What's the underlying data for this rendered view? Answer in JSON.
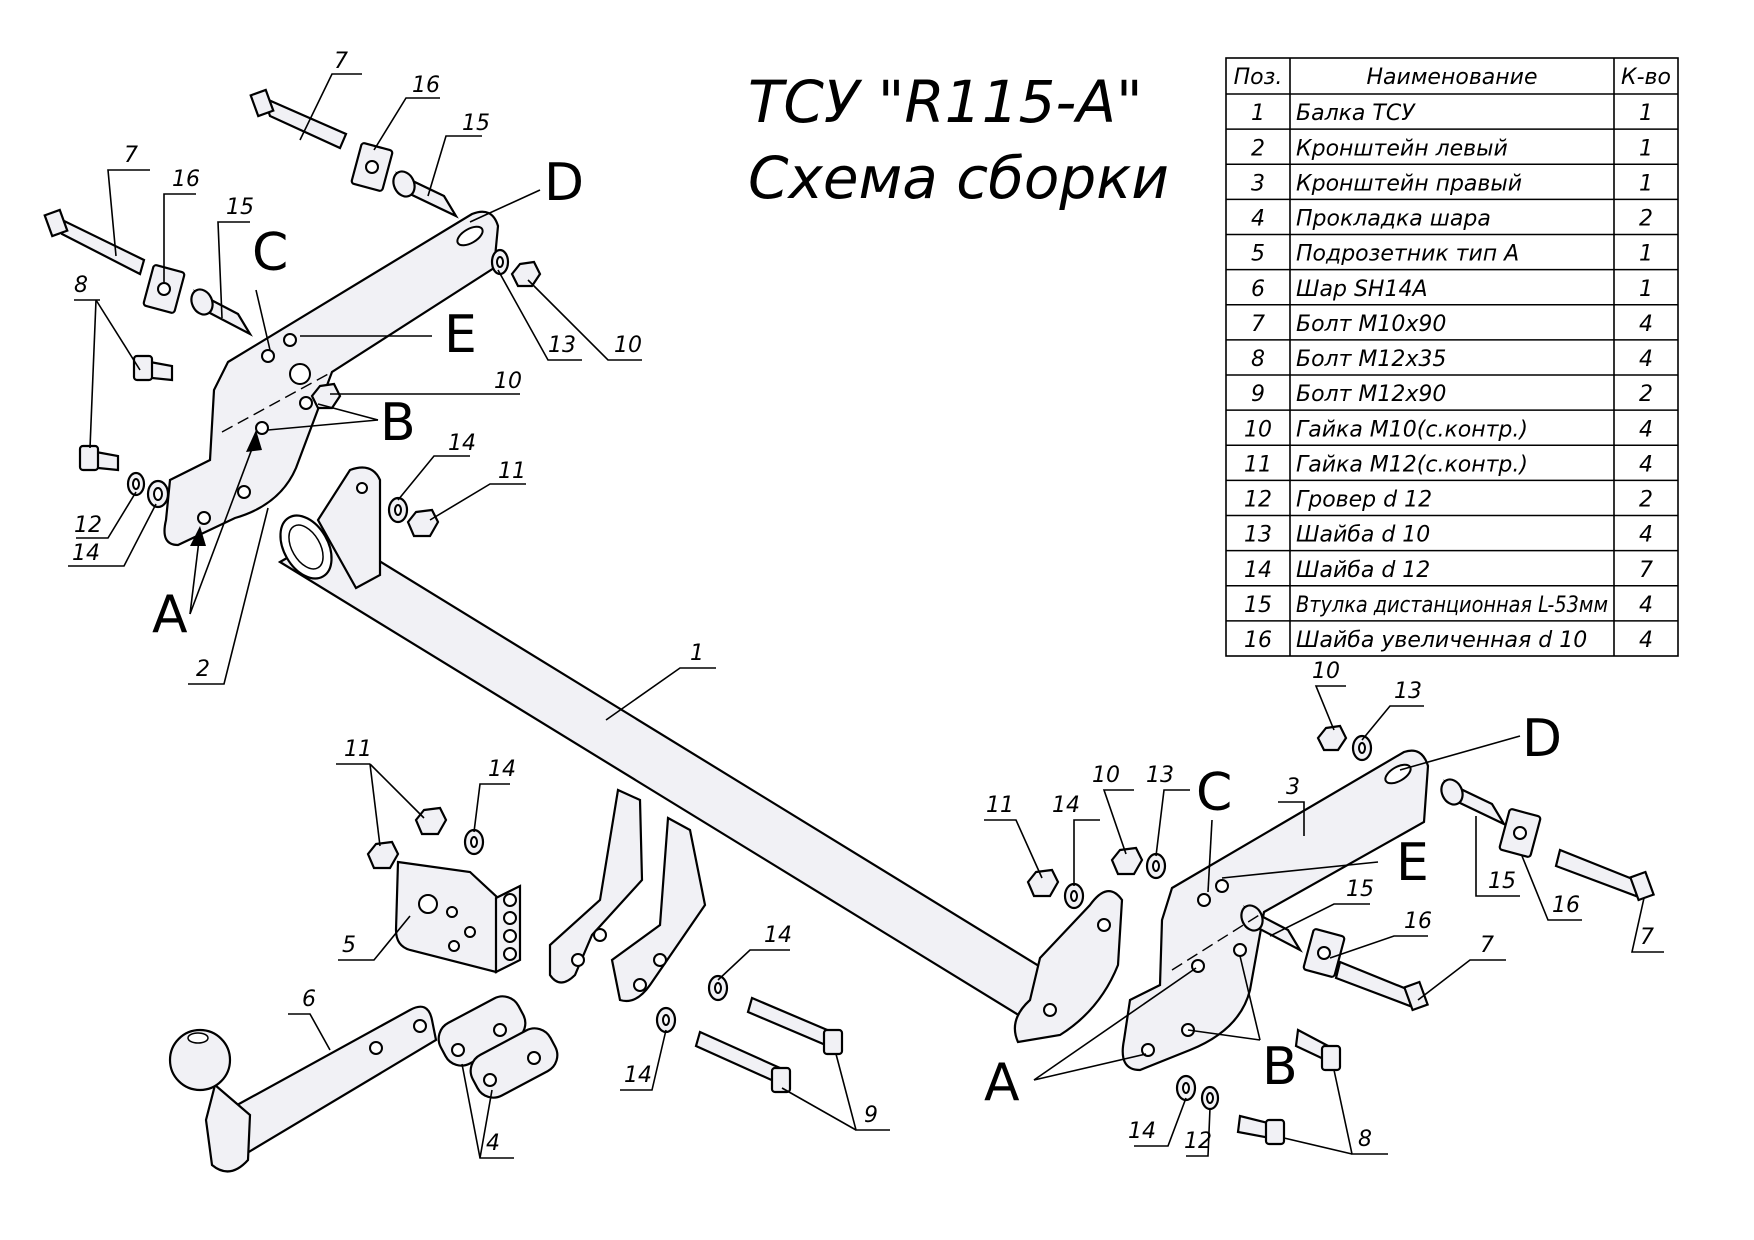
{
  "title": {
    "line1": "ТСУ \"R115-A\"",
    "line2": "Схема сборки"
  },
  "table": {
    "headers": [
      "Поз.",
      "Наименование",
      "К-во"
    ],
    "rows": [
      {
        "pos": "1",
        "name": "Балка ТСУ",
        "qty": "1"
      },
      {
        "pos": "2",
        "name": "Кронштейн левый",
        "qty": "1"
      },
      {
        "pos": "3",
        "name": "Кронштейн правый",
        "qty": "1"
      },
      {
        "pos": "4",
        "name": "Прокладка шара",
        "qty": "2"
      },
      {
        "pos": "5",
        "name": "Подрозетник тип А",
        "qty": "1"
      },
      {
        "pos": "6",
        "name": "Шар SH14A",
        "qty": "1"
      },
      {
        "pos": "7",
        "name": "Болт М10х90",
        "qty": "4"
      },
      {
        "pos": "8",
        "name": "Болт М12х35",
        "qty": "4"
      },
      {
        "pos": "9",
        "name": "Болт М12х90",
        "qty": "2"
      },
      {
        "pos": "10",
        "name": "Гайка М10(с.контр.)",
        "qty": "4"
      },
      {
        "pos": "11",
        "name": "Гайка М12(с.контр.)",
        "qty": "4"
      },
      {
        "pos": "12",
        "name": "Гровер d 12",
        "qty": "2"
      },
      {
        "pos": "13",
        "name": "Шайба d 10",
        "qty": "4"
      },
      {
        "pos": "14",
        "name": "Шайба d 12",
        "qty": "7"
      },
      {
        "pos": "15",
        "name": "Втулка дистанционная L-53мм",
        "qty": "4"
      },
      {
        "pos": "16",
        "name": "Шайба увеличенная d 10",
        "qty": "4"
      }
    ]
  },
  "points": {
    "a": "A",
    "b": "B",
    "c": "C",
    "d": "D",
    "e": "E"
  },
  "callouts": {
    "n1": "1",
    "n2": "2",
    "n3": "3",
    "n4": "4",
    "n5": "5",
    "n6": "6",
    "n7": "7",
    "n8": "8",
    "n9": "9",
    "n10": "10",
    "n11": "11",
    "n12": "12",
    "n13": "13",
    "n14": "14",
    "n15": "15",
    "n16": "16"
  }
}
